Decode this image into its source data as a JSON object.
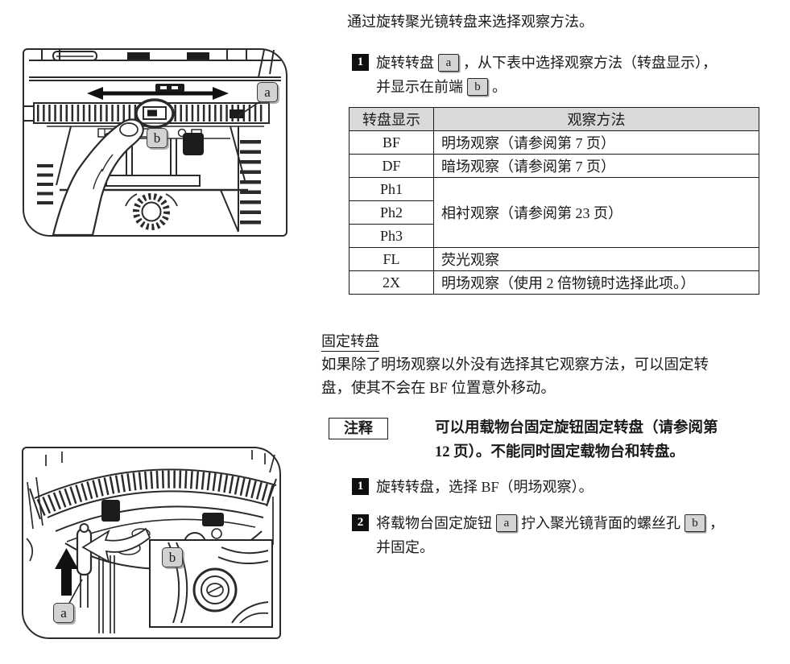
{
  "page": {
    "bg": "#ffffff",
    "text_color": "#1a1a1a",
    "table_header_bg": "#d9d9d9",
    "label_bg": "#d2d2d2"
  },
  "intro": {
    "text": "通过旋转聚光镜转盘来选择观察方法。"
  },
  "select_step": {
    "num": "1",
    "line1_pre": "旋转转盘",
    "line1_post": "，从下表中选择观察方法（转盘显示），",
    "line2_pre": "并显示在前端",
    "line2_post": "。",
    "label_a": "a",
    "label_b": "b"
  },
  "table": {
    "columns": [
      "转盘显示",
      "观察方法"
    ],
    "rows": [
      {
        "display": "BF",
        "method": "明场观察（请参阅第 7 页）"
      },
      {
        "display": "DF",
        "method": "暗场观察（请参阅第 7 页）"
      },
      {
        "display": "Ph1",
        "method": "相衬观察（请参阅第 23 页）"
      },
      {
        "display": "Ph2"
      },
      {
        "display": "Ph3"
      },
      {
        "display": "FL",
        "method": "荧光观察"
      },
      {
        "display": "2X",
        "method": "明场观察（使用 2 倍物镜时选择此项。）"
      }
    ]
  },
  "fix_section": {
    "heading": "固定转盘",
    "body": "如果除了明场观察以外没有选择其它观察方法，可以固定转盘，使其不会在 BF 位置意外移动。",
    "note_badge": "注释",
    "note_text": "可以用载物台固定旋钮固定转盘（请参阅第 12 页）。不能同时固定载物台和转盘。",
    "step1": {
      "num": "1",
      "text": "旋转转盘，选择 BF（明场观察）。"
    },
    "step2": {
      "num": "2",
      "pre": "将载物台固定旋钮",
      "mid": "拧入聚光镜背面的螺丝孔",
      "post": "，",
      "line2": "并固定。",
      "label_a": "a",
      "label_b": "b"
    }
  },
  "figure1": {
    "label_a": "a",
    "label_b": "b"
  },
  "figure2": {
    "label_a": "a",
    "label_b": "b"
  }
}
